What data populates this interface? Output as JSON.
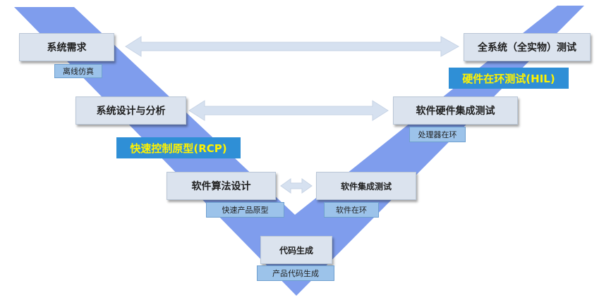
{
  "colors": {
    "v_fill": "#7f9ded",
    "box_fill": "#dbe3ee",
    "tag_fill": "#9cc3ea",
    "arrow_fill": "#d6e1f0",
    "highlight_bg": "#2f8fd6",
    "highlight_text": "#fff200"
  },
  "left_branch": {
    "system_requirements": {
      "label": "系统需求",
      "tag": "离线仿真"
    },
    "system_design": {
      "label": "系统设计与分析"
    },
    "software_algorithm": {
      "label": "软件算法设计",
      "tag": "快速产品原型"
    }
  },
  "right_branch": {
    "full_system_test": {
      "label": "全系统（全实物）测试",
      "highlight": "硬件在环测试(HIL)"
    },
    "sw_hw_integration": {
      "label": "软件硬件集成测试",
      "tag": "处理器在环"
    },
    "software_integration": {
      "label": "软件集成测试",
      "tag": "软件在环"
    }
  },
  "bottom": {
    "code_generation": {
      "label": "代码生成",
      "tag": "产品代码生成"
    }
  },
  "left_highlight": "快速控制原型(RCP)"
}
